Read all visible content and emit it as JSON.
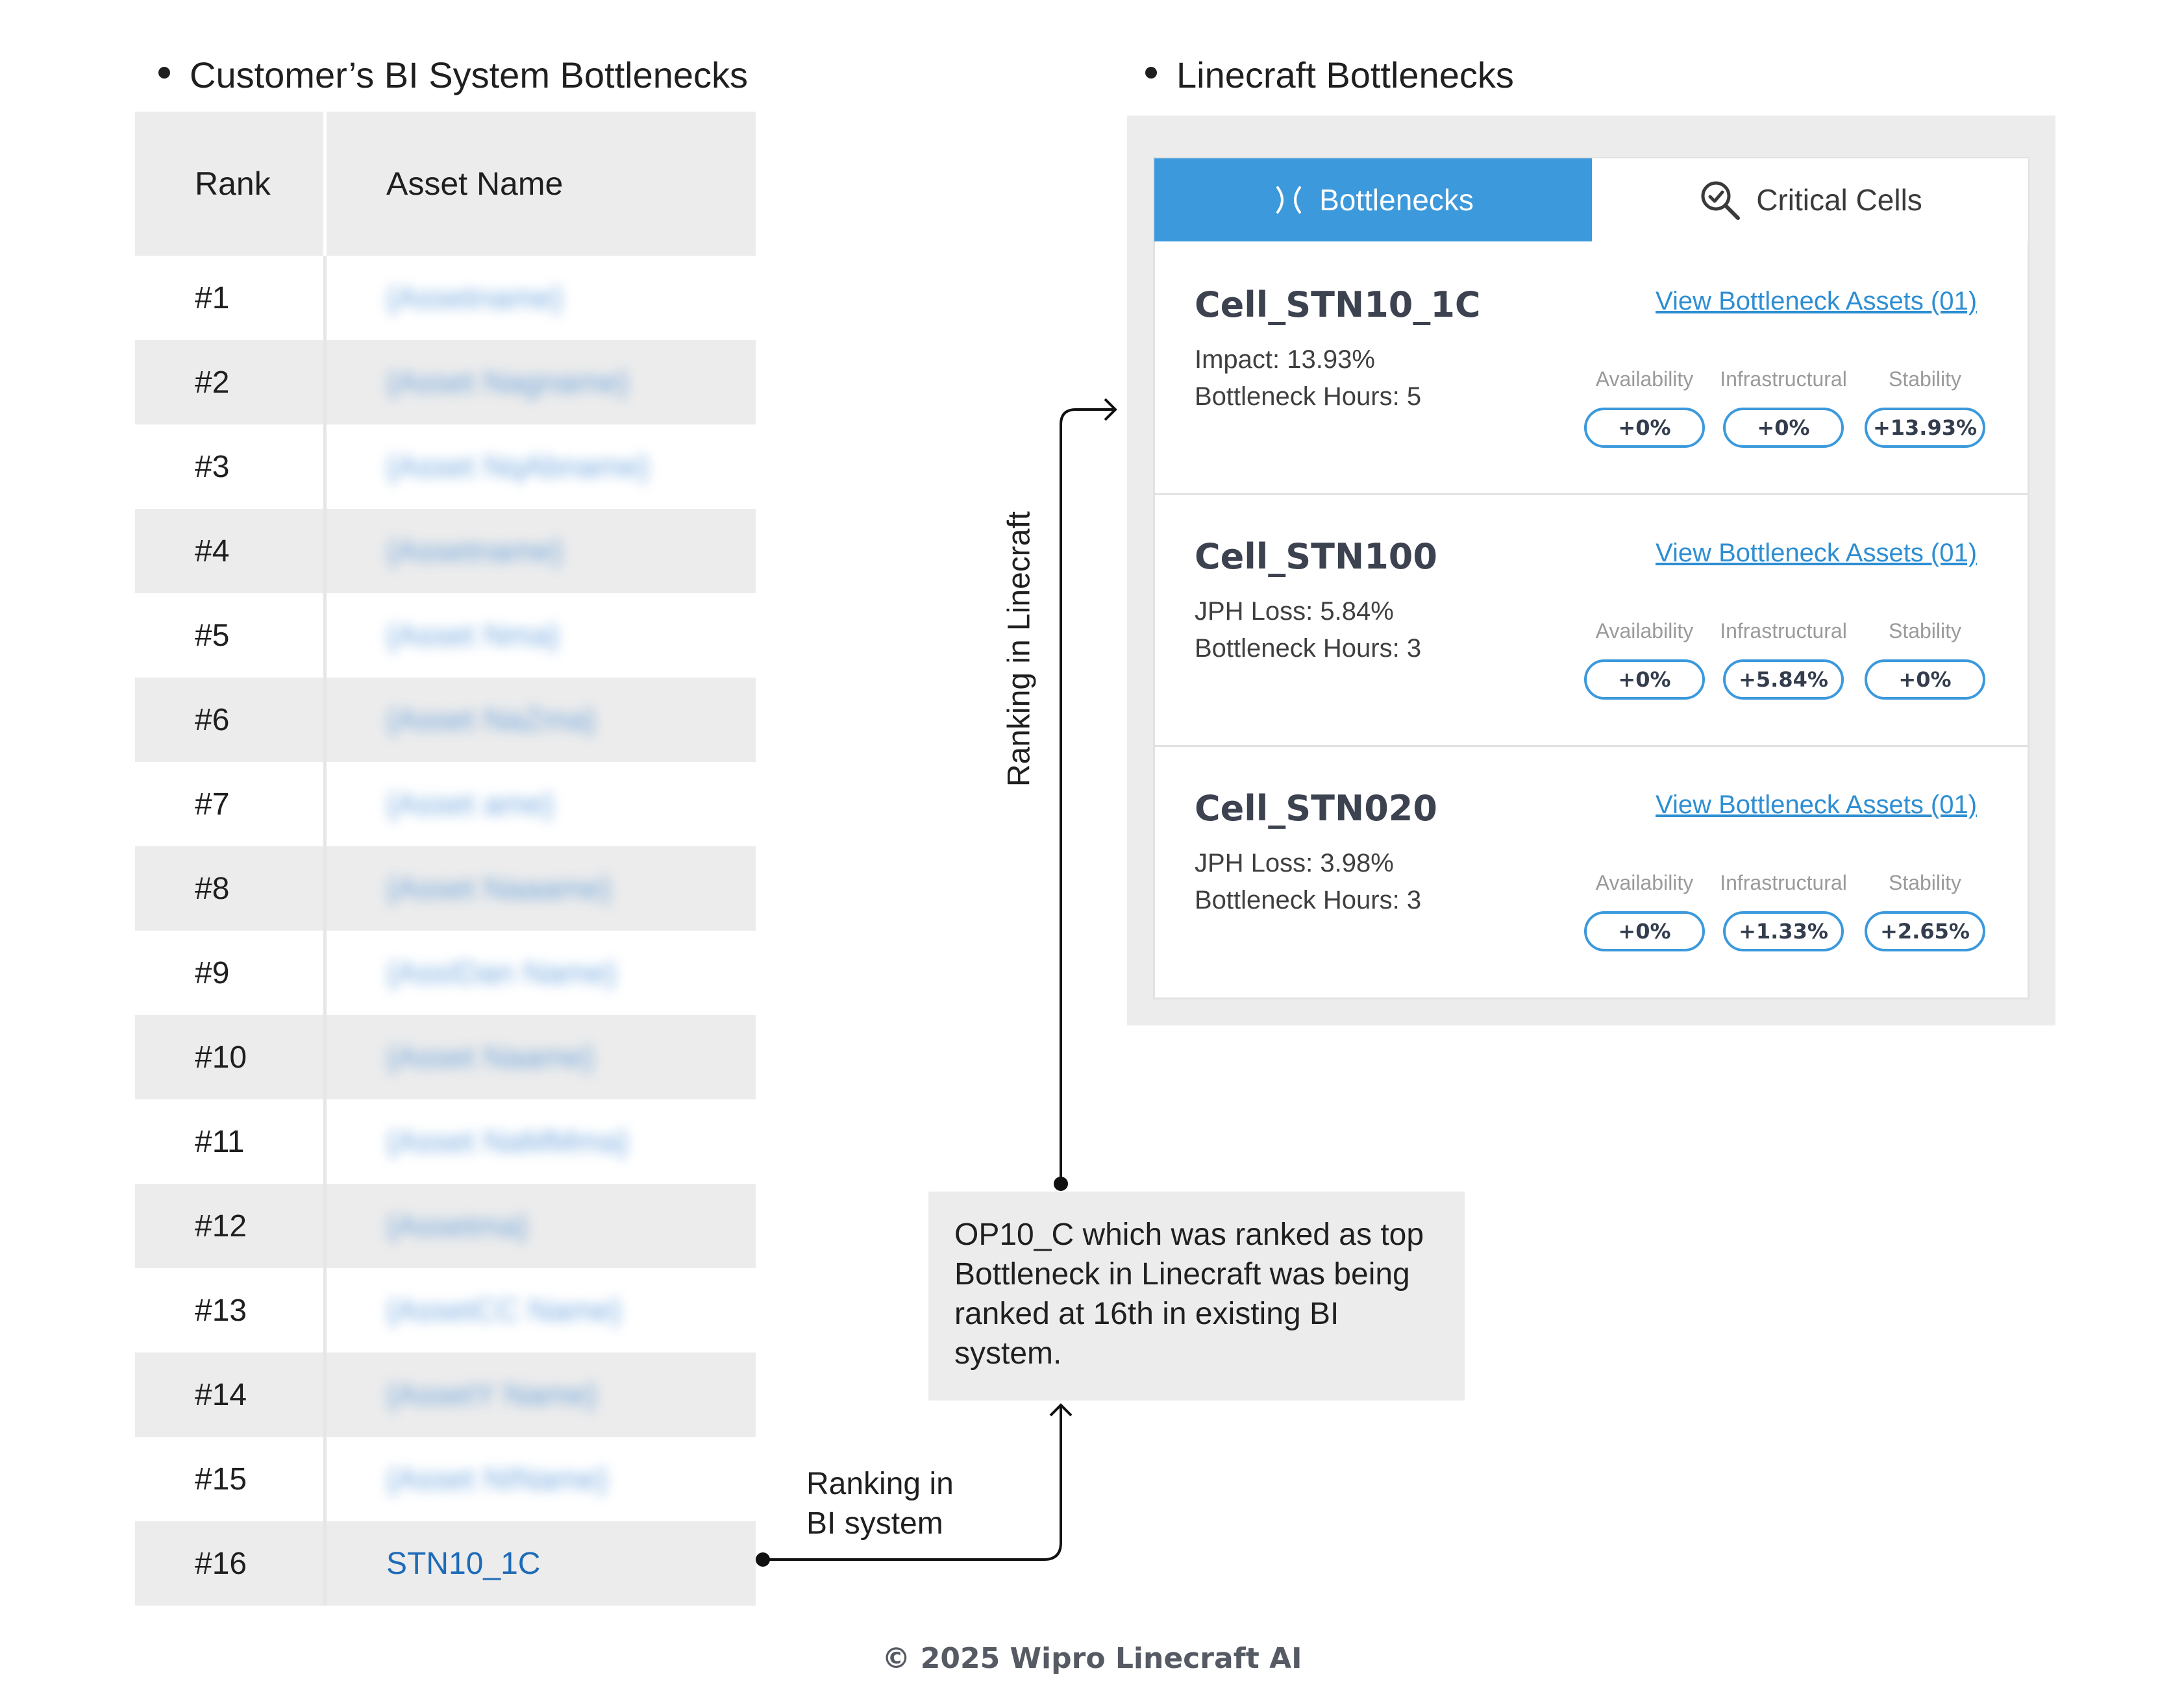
{
  "left_heading": "Customer’s BI System Bottlenecks",
  "right_heading": "Linecraft Bottlenecks",
  "bi_table": {
    "headers": {
      "rank": "Rank",
      "asset": "Asset Name"
    },
    "rows": [
      {
        "rank": "#1",
        "asset": "{Assetname}"
      },
      {
        "rank": "#2",
        "asset": "{Asset Nagname}"
      },
      {
        "rank": "#3",
        "asset": "{Asset NqAbname}"
      },
      {
        "rank": "#4",
        "asset": "{Assetname}"
      },
      {
        "rank": "#5",
        "asset": "{Asset Nma}"
      },
      {
        "rank": "#6",
        "asset": "{Asset NaZma}"
      },
      {
        "rank": "#7",
        "asset": "{Asset ame}"
      },
      {
        "rank": "#8",
        "asset": "{Asset Naaame}"
      },
      {
        "rank": "#9",
        "asset": "{AssIDan Name}"
      },
      {
        "rank": "#10",
        "asset": "{Asset Naame}"
      },
      {
        "rank": "#11",
        "asset": "{Asset NaMMma}"
      },
      {
        "rank": "#12",
        "asset": "{Assetma}"
      },
      {
        "rank": "#13",
        "asset": "{AssetCC Name}"
      },
      {
        "rank": "#14",
        "asset": "{AssetY Name}"
      },
      {
        "rank": "#15",
        "asset": "{Asset NIName}"
      },
      {
        "rank": "#16",
        "asset": "STN10_1C"
      }
    ]
  },
  "linecraft": {
    "tabs": [
      {
        "label": "Bottlenecks",
        "icon": "bottleneck-icon",
        "active": true
      },
      {
        "label": "Critical Cells",
        "icon": "search-check-icon",
        "active": false
      }
    ],
    "metric_labels": [
      "Availability",
      "Infrastructural",
      "Stability"
    ],
    "cells": [
      {
        "name": "Cell_STN10_1C",
        "line1": "Impact: 13.93%",
        "line2": "Bottleneck Hours: 5",
        "link": "View Bottleneck Assets (01)",
        "values": [
          "+0%",
          "+0%",
          "+13.93%"
        ]
      },
      {
        "name": "Cell_STN100",
        "line1": "JPH Loss: 5.84%",
        "line2": "Bottleneck Hours: 3",
        "link": "View Bottleneck Assets (01)",
        "values": [
          "+0%",
          "+5.84%",
          "+0%"
        ]
      },
      {
        "name": "Cell_STN020",
        "line1": "JPH Loss: 3.98%",
        "line2": "Bottleneck Hours: 3",
        "link": "View Bottleneck Assets (01)",
        "values": [
          "+0%",
          "+1.33%",
          "+2.65%"
        ]
      }
    ]
  },
  "callout": "OP10_C which was ranked as top Bottleneck in Linecraft was being ranked at 16th in existing BI system.",
  "label_bi_line1": "Ranking in",
  "label_bi_line2": "BI system",
  "label_linecraft": "Ranking in Linecraft",
  "footer": "© 2025 Wipro Linecraft AI",
  "colors": {
    "accent": "#3b99dc",
    "link": "#2e8ed2",
    "panel_bg": "#ececec"
  }
}
